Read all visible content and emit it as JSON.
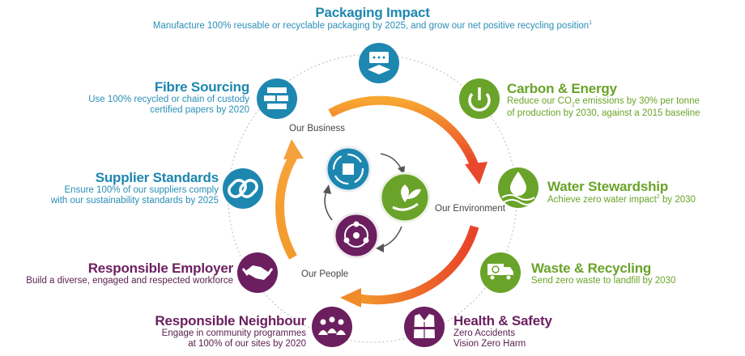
{
  "header": {
    "title": "Packaging Impact",
    "subtitle": "Manufacture 100% reusable or recyclable packaging by 2025, and grow our net positive recycling position",
    "subtitle_sup": "1"
  },
  "cycle_labels": {
    "business": "Our Business",
    "environment": "Our Environment",
    "people": "Our People"
  },
  "fibre": {
    "title": "Fibre Sourcing",
    "line1": "Use 100% recycled or chain of custody",
    "line2": "certified papers by 2020"
  },
  "carbon": {
    "title": "Carbon & Energy",
    "line1_a": "Reduce our CO",
    "line1_sub": "2",
    "line1_b": "e emissions by 30% per tonne",
    "line2": "of production by 2030, against a 2015 baseline"
  },
  "supplier": {
    "title": "Supplier Standards",
    "line1": "Ensure 100% of our suppliers comply",
    "line2": "with our sustainability standards by 2025"
  },
  "water": {
    "title": "Water Stewardship",
    "line1_a": "Achieve zero water impact",
    "line1_sup": "2",
    "line1_b": " by 2030"
  },
  "employer": {
    "title": "Responsible Employer",
    "line1": "Build a diverse, engaged and respected workforce"
  },
  "waste": {
    "title": "Waste & Recycling",
    "line1": "Send zero waste to landfill by 2030"
  },
  "neighbour": {
    "title": "Responsible Neighbour",
    "line1": "Engage in community programmes",
    "line2": "at 100% of our sites by 2020"
  },
  "health": {
    "title": "Health & Safety",
    "line1": "Zero Accidents",
    "line2": "Vision Zero Harm"
  },
  "colors": {
    "blue": "#1d87b0",
    "green": "#6aa329",
    "purple": "#6b1f5f",
    "arrow_orange": "#f39a2b",
    "arrow_red": "#e8412a"
  },
  "icons": {
    "packaging": "chat-box-icon",
    "fibre": "paper-stack-icon",
    "carbon": "power-icon",
    "supplier": "chain-link-icon",
    "water": "water-drop-icon",
    "employer": "handshake-icon",
    "waste": "truck-icon",
    "neighbour": "community-icon",
    "health": "safety-vest-icon",
    "center_business": "recycle-box-icon",
    "center_environment": "leaf-hand-icon",
    "center_people": "people-circle-icon"
  }
}
